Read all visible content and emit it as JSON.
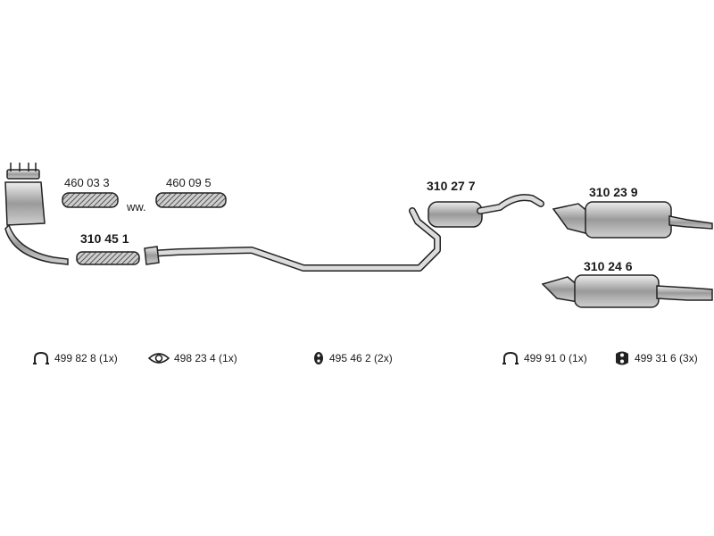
{
  "parts": {
    "flex_a": "460 03 3",
    "flex_b": "460 09 5",
    "alt_note": "ww.",
    "front_pipe": "310 45 1",
    "center_muffler": "310 27 7",
    "rear_muffler_a": "310 23 9",
    "rear_muffler_b": "310 24 6"
  },
  "legend": [
    {
      "icon": "clamp-ring-icon",
      "text": "499 82 8 (1x)"
    },
    {
      "icon": "gasket-icon",
      "text": "498 23 4 (1x)"
    },
    {
      "icon": "rubber-mount-icon",
      "text": "495 46 2 (2x)"
    },
    {
      "icon": "clamp-ring-icon",
      "text": "499 91 0  (1x)"
    },
    {
      "icon": "hanger-icon",
      "text": "499 31 6 (3x)"
    }
  ],
  "colors": {
    "stroke": "#222222",
    "fill": "#bfbfbf",
    "background": "#ffffff"
  }
}
